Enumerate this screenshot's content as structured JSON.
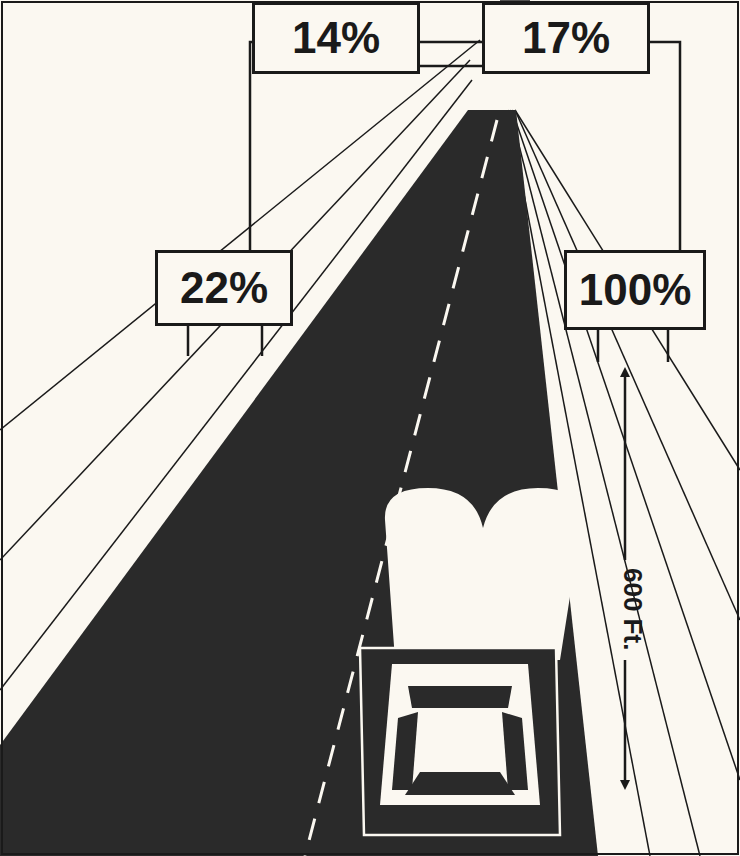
{
  "diagram": {
    "nodes": [
      {
        "text": [
          "14%"
        ]
      },
      {
        "text": [
          "17%"
        ]
      },
      {
        "text": [
          "22%"
        ]
      },
      {
        "text": [
          "100%"
        ]
      }
    ],
    "labels": [
      "600 Ft."
    ]
  }
}
